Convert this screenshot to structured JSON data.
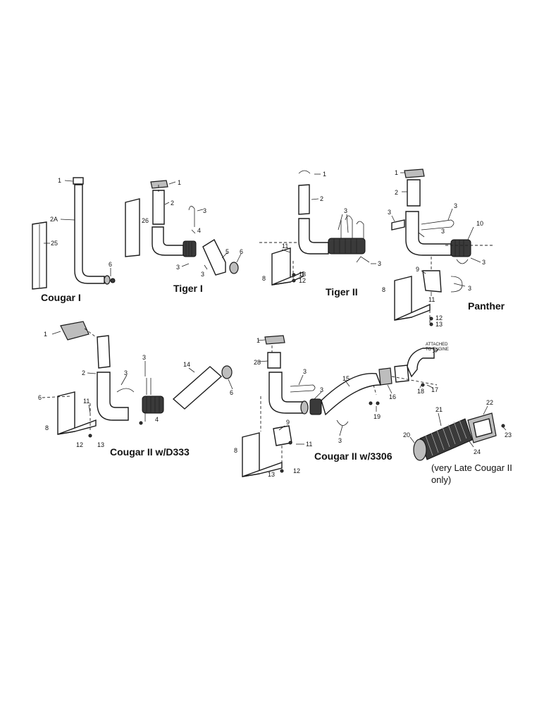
{
  "captions": {
    "cougar1": "Cougar I",
    "tiger1": "Tiger I",
    "tiger2": "Tiger II",
    "panther": "Panther",
    "cougar2_d333": "Cougar II w/D333",
    "cougar2_3306": "Cougar II w/3306"
  },
  "note": {
    "line1": "(very Late Cougar II",
    "line2": "only)"
  },
  "engine_label": {
    "line1": "ATTACHED",
    "line2": "TO ENGINE"
  },
  "callouts": {
    "c1_1": "1",
    "c1_2a": "2A",
    "c1_25": "25",
    "c1_6": "6",
    "t1_1": "1",
    "t1_2": "2",
    "t1_3a": "3",
    "t1_26": "26",
    "t1_4": "4",
    "t1_5": "5",
    "t1_6": "6",
    "t1_3b": "3",
    "t1_3c": "3",
    "t2_1": "1",
    "t2_2": "2",
    "t2_3": "3",
    "t2_11": "11",
    "t2_8": "8",
    "t2_13": "13",
    "t2_12": "12",
    "t2_3b": "3",
    "p_1": "1",
    "p_2": "2",
    "p_3a": "3",
    "p_3b": "3",
    "p_10": "10",
    "p_3c": "3",
    "p_3d": "3",
    "p_9": "9",
    "p_8": "8",
    "p_11": "11",
    "p_3e": "3",
    "p_12": "12",
    "p_13": "13",
    "d_1": "1",
    "d_2": "2",
    "d_3a": "3",
    "d_3b": "3",
    "d_14": "14",
    "d_6": "6",
    "d_6b": "6",
    "d_11": "11",
    "d_4": "4",
    "d_8": "8",
    "d_12": "12",
    "d_13": "13",
    "e_1": "1",
    "e_28": "28",
    "e_3a": "3",
    "e_3b": "3",
    "e_15": "15",
    "e_16": "16",
    "e_18": "18",
    "e_17": "17",
    "e_19": "19",
    "e_3c": "3",
    "e_9": "9",
    "e_11": "11",
    "e_8": "8",
    "e_13": "13",
    "e_12": "12",
    "f_22": "22",
    "f_21": "21",
    "f_20": "20",
    "f_23": "23",
    "f_24": "24"
  }
}
